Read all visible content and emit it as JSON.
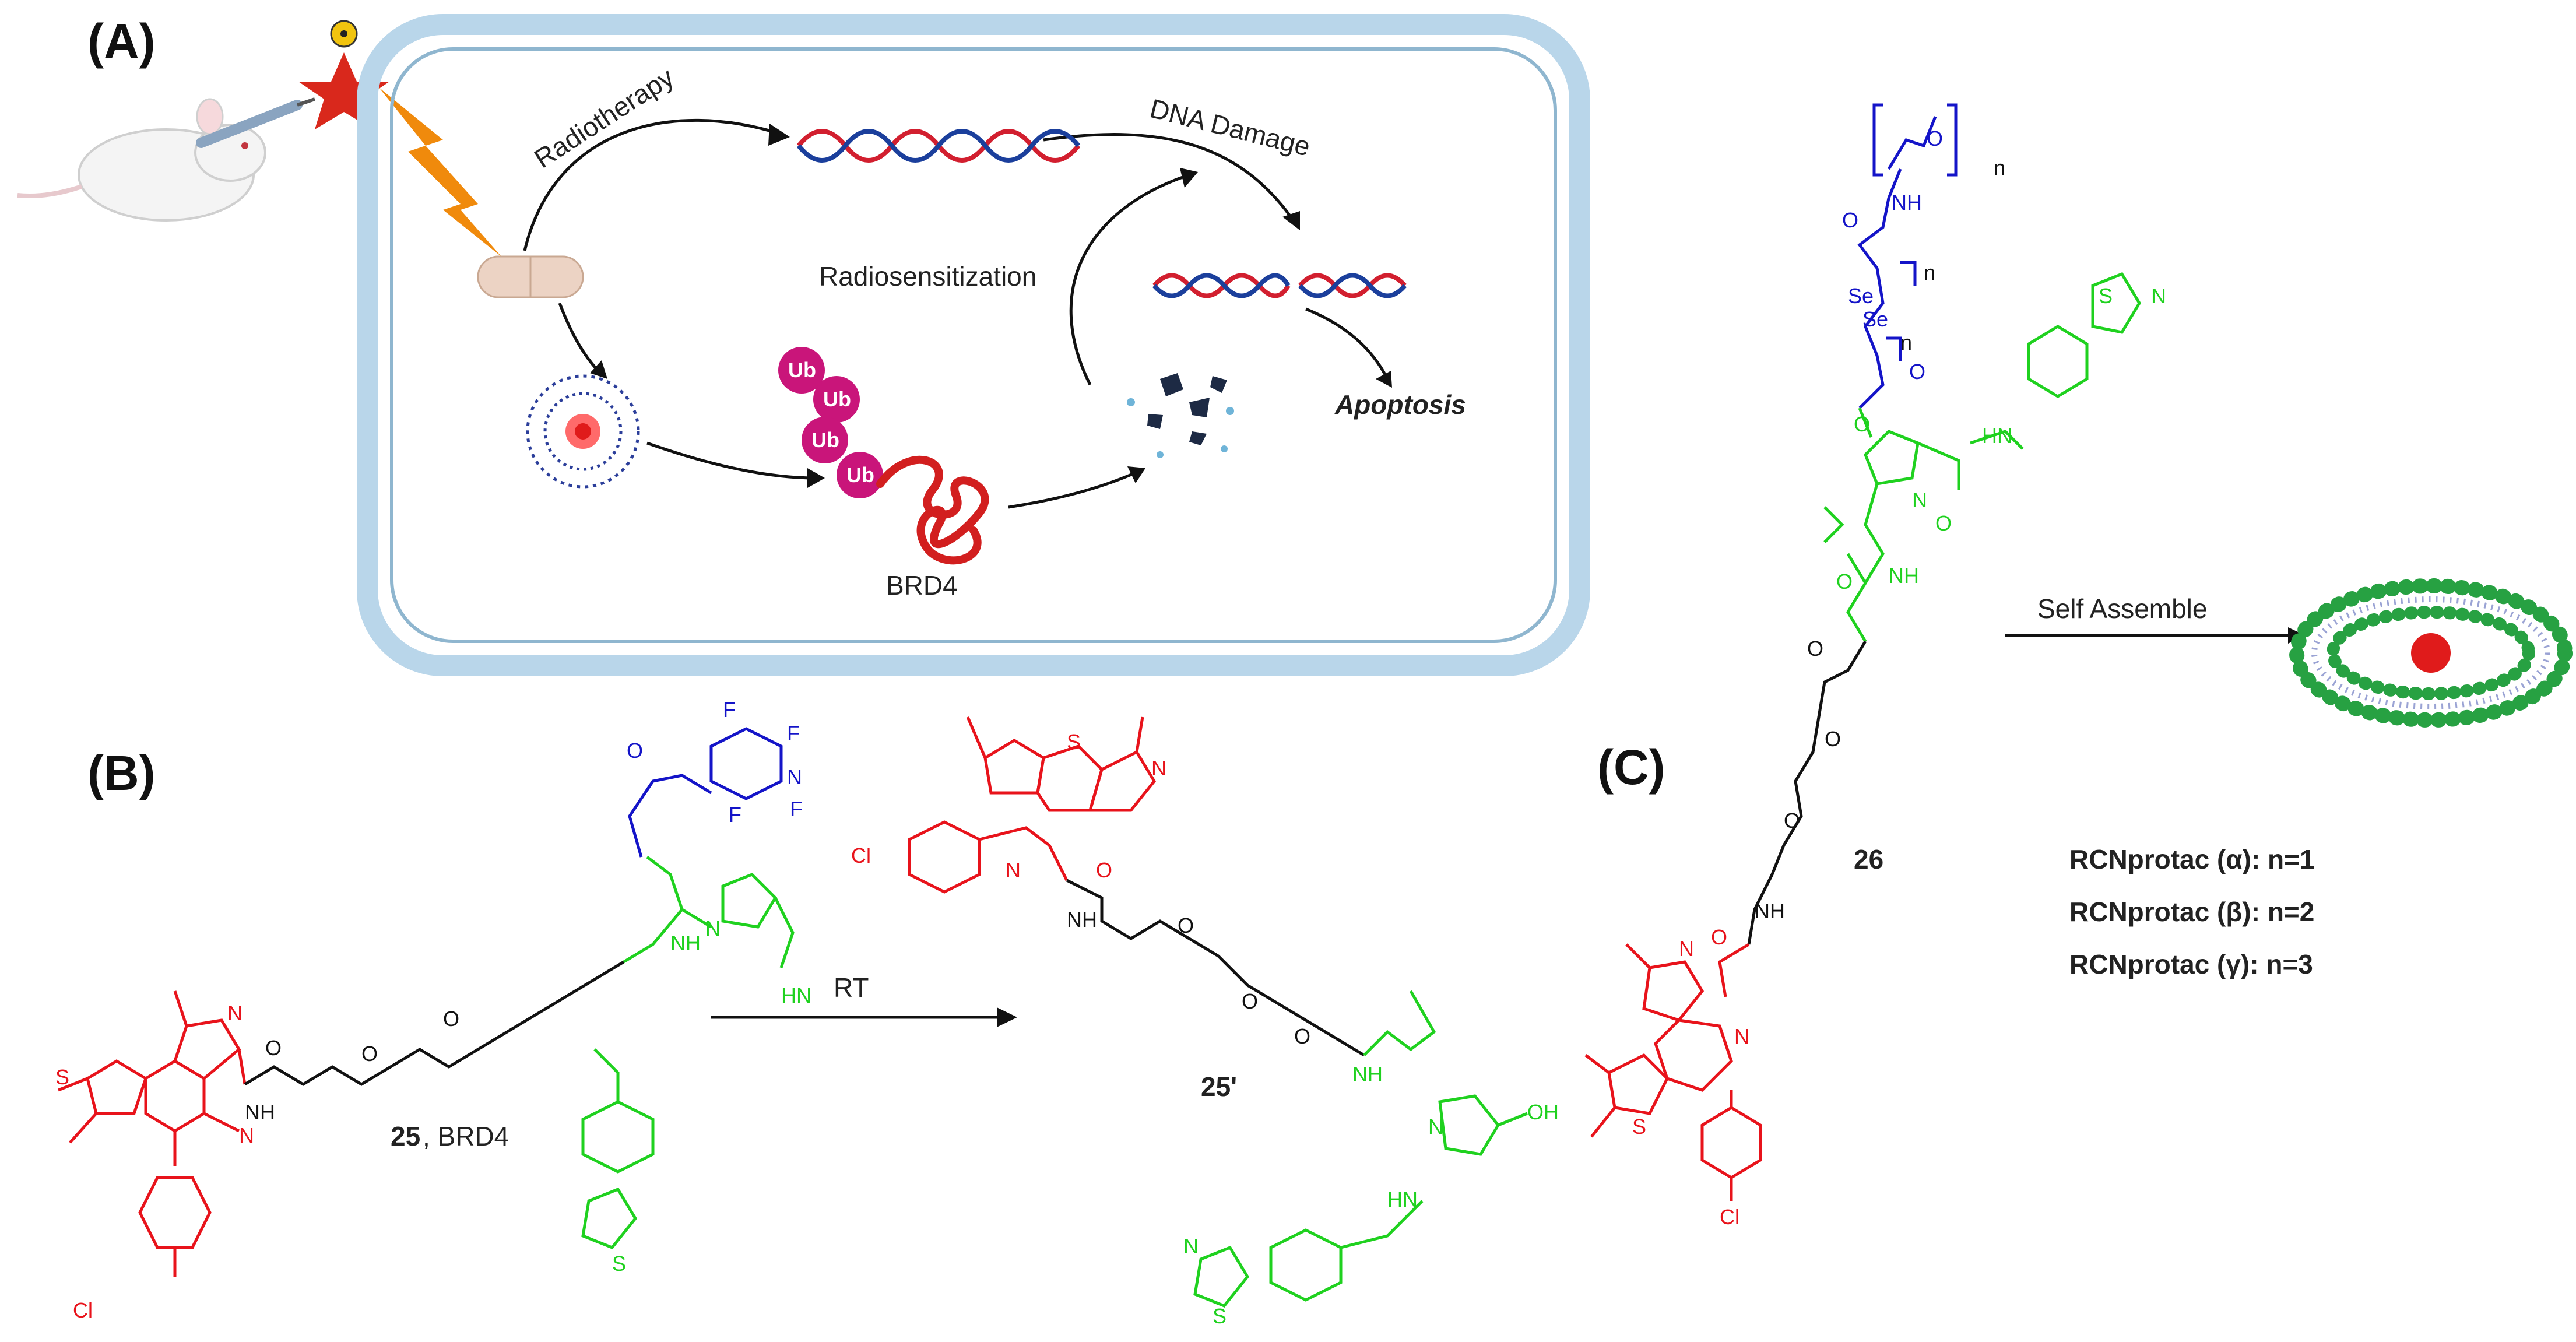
{
  "panels": {
    "a": "(A)",
    "b": "(B)",
    "c": "(C)"
  },
  "panel_a": {
    "radiotherapy": "Radiotherapy",
    "dna_damage": "DNA Damage",
    "radiosensitization": "Radiosensitization",
    "apoptosis": "Apoptosis",
    "brd4": "BRD4",
    "ub": "Ub"
  },
  "panel_b": {
    "compound_25_num": "25",
    "compound_25_rest": ", BRD4",
    "reaction": "RT",
    "compound_25p": "25'"
  },
  "panel_c": {
    "compound_26": "26",
    "self_assemble": "Self Assemble",
    "variants": [
      "RCNprotac (α): n=1",
      "RCNprotac (β): n=2",
      "RCNprotac (γ): n=3"
    ],
    "repeat_n": "n"
  },
  "atoms": {
    "N": "N",
    "S": "S",
    "O": "O",
    "F": "F",
    "Cl": "Cl",
    "NH": "NH",
    "HN": "HN",
    "OH": "OH",
    "Se": "Se"
  },
  "colors": {
    "warhead": "#e8131b",
    "linker": "#111111",
    "e3_ligand": "#1fd11f",
    "trigger": "#1414c8",
    "membrane": "#b9d6ea"
  }
}
